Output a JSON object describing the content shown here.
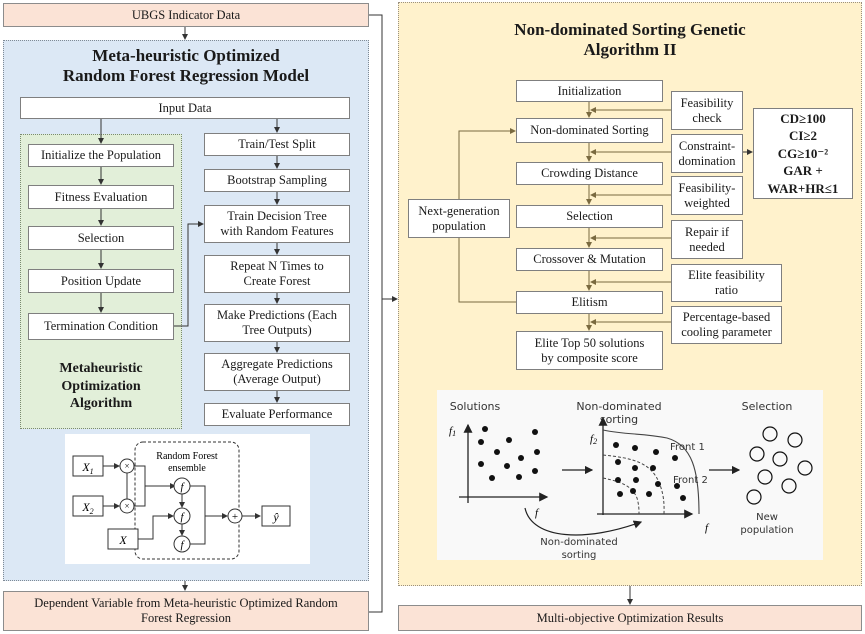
{
  "top_input": {
    "label": "UBGS Indicator Data"
  },
  "rf_model": {
    "title_line1": "Meta-heuristic Optimized",
    "title_line2": "Random Forest Regression Model",
    "input_data": "Input Data",
    "metaheuristic": {
      "steps": [
        "Initialize the Population",
        "Fitness Evaluation",
        "Selection",
        "Position Update",
        "Termination Condition"
      ],
      "label_line1": "Metaheuristic",
      "label_line2": "Optimization",
      "label_line3": "Algorithm"
    },
    "rf_steps": [
      [
        "Train/Test Split"
      ],
      [
        "Bootstrap Sampling"
      ],
      [
        "Train Decision Tree",
        "with Random Features"
      ],
      [
        "Repeat N Times to",
        "Create Forest"
      ],
      [
        "Make Predictions (Each",
        "Tree Outputs)"
      ],
      [
        "Aggregate Predictions",
        "(Average Output)"
      ],
      [
        "Evaluate Performance"
      ]
    ],
    "ensemble_diagram": {
      "ensemble_label_line1": "Random Forest",
      "ensemble_label_line2": "ensemble",
      "input_x1": "X",
      "input_x1_sub": "1",
      "input_x2": "X",
      "input_x2_sub": "2",
      "input_x": "X",
      "multiply_symbol": "×",
      "function_symbol": "f",
      "sum_symbol": "+",
      "output": "ŷ"
    }
  },
  "dependent_output": {
    "line1": "Dependent Variable from Meta-heuristic Optimized Random",
    "line2": "Forest Regression"
  },
  "nsga": {
    "title_line1": "Non-dominated Sorting Genetic",
    "title_line2": "Algorithm II",
    "steps": [
      [
        "Initialization"
      ],
      [
        "Non-dominated Sorting"
      ],
      [
        "Crowding Distance"
      ],
      [
        "Selection"
      ],
      [
        "Crossover & Mutation"
      ],
      [
        "Elitism"
      ],
      [
        "Elite Top 50 solutions",
        "by composite score"
      ]
    ],
    "next_generation": [
      "Next-generation",
      "population"
    ],
    "side_notes": [
      [
        "Feasibility",
        "check"
      ],
      [
        "Constraint-",
        "domination"
      ],
      [
        "Feasibility-",
        "weighted"
      ],
      [
        "Repair if",
        "needed"
      ],
      [
        "Elite feasibility",
        "ratio"
      ],
      [
        "Percentage-based",
        "cooling parameter"
      ]
    ],
    "constraints": [
      "CD≥100",
      "CI≥2",
      "CG≥10⁻²",
      "GAR +",
      "WAR+HR≤1"
    ],
    "illustration": {
      "solutions_label": "Solutions",
      "sorting_label_line1": "Non-dominated",
      "sorting_label_line2": "sorting",
      "selection_label": "Selection",
      "axis_f1": "f",
      "axis_f1_sub": "1",
      "axis_f2": "f",
      "axis_f2_sub": "2",
      "axis_f": "f",
      "front1": "Front 1",
      "front2": "Front 2",
      "curve_label_line1": "Non-dominated",
      "curve_label_line2": "sorting",
      "new_pop_line1": "New",
      "new_pop_line2": "population"
    }
  },
  "final_output": {
    "label": "Multi-objective Optimization Results"
  },
  "colors": {
    "peach": "#fbe3d6",
    "blue_panel": "#dce8f5",
    "green_panel": "#e2efd9",
    "yellow_panel": "#fff2cc"
  }
}
